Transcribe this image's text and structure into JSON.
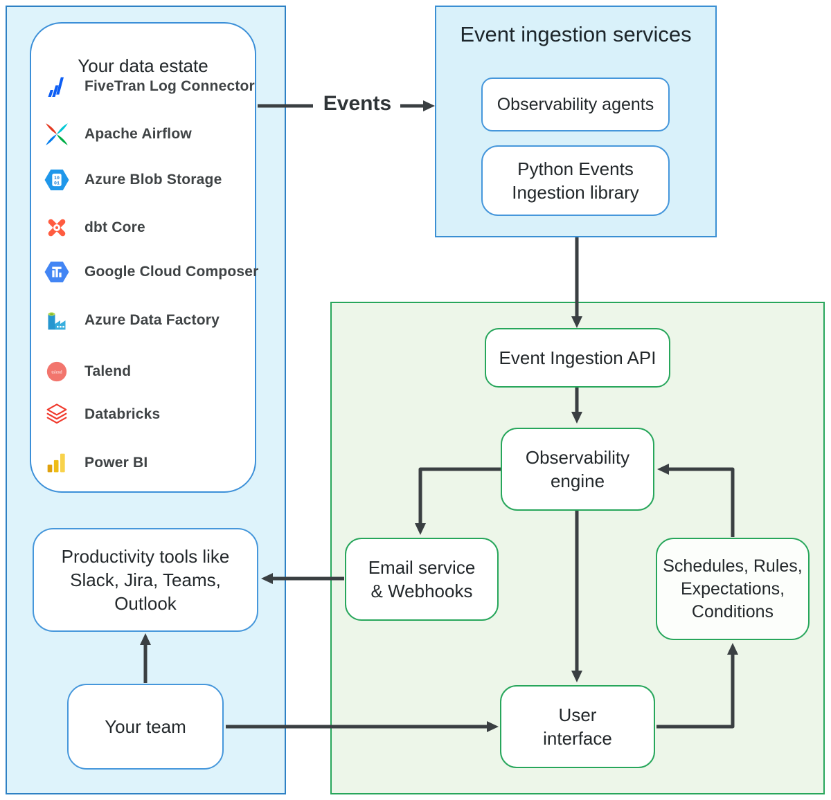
{
  "colors": {
    "blue_panel_bg": "#def3fb",
    "blue_panel_border": "#2e81c4",
    "blue_box_border": "#4697db",
    "green_panel_bg": "#edf6e9",
    "green_border": "#27a65b",
    "arrow": "#3a3f42",
    "text": "#23282b"
  },
  "estate": {
    "title": "Your data estate",
    "items": [
      {
        "icon": "fivetran-icon",
        "label": "FiveTran Log Connector"
      },
      {
        "icon": "airflow-icon",
        "label": "Apache Airflow"
      },
      {
        "icon": "azure-blob-icon",
        "label": "Azure Blob Storage"
      },
      {
        "icon": "dbt-icon",
        "label": "dbt Core"
      },
      {
        "icon": "composer-icon",
        "label": "Google Cloud Composer"
      },
      {
        "icon": "data-factory-icon",
        "label": "Azure Data Factory"
      },
      {
        "icon": "talend-icon",
        "label": "Talend"
      },
      {
        "icon": "databricks-icon",
        "label": "Databricks"
      },
      {
        "icon": "powerbi-icon",
        "label": "Power BI"
      }
    ]
  },
  "left_panel": {
    "productivity_label": "Productivity tools like Slack, Jira, Teams, Outlook",
    "team_label": "Your team"
  },
  "ingestion_panel": {
    "title": "Event ingestion services",
    "agents_label": "Observability agents",
    "python_label": "Python Events Ingestion library"
  },
  "observability_panel": {
    "api_label": "Event Ingestion API",
    "engine_label": "Observability engine",
    "email_label": "Email service & Webhooks",
    "schedules_label": "Schedules, Rules, Expectations, Conditions",
    "ui_label": "User interface"
  },
  "flow_labels": {
    "events": "Events"
  }
}
